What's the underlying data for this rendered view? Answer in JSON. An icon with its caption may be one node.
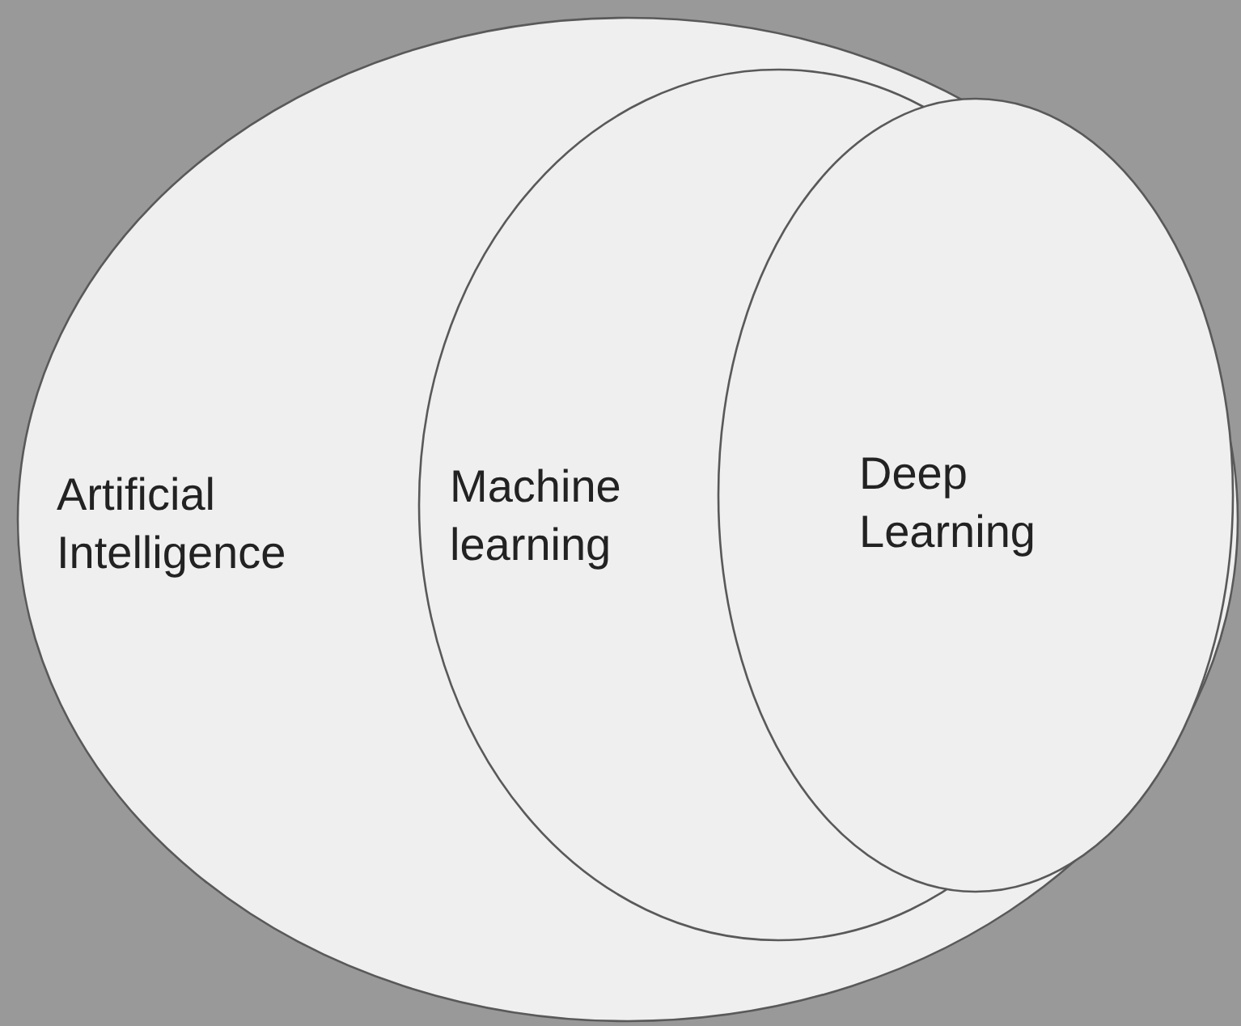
{
  "diagram": {
    "nodes": [
      {
        "text": [
          "Artificial Intelligence"
        ]
      },
      {
        "text": [
          "Machine learning"
        ],
        "in": 0
      },
      {
        "text": [
          "Deep Learning"
        ],
        "in": 0
      }
    ]
  }
}
